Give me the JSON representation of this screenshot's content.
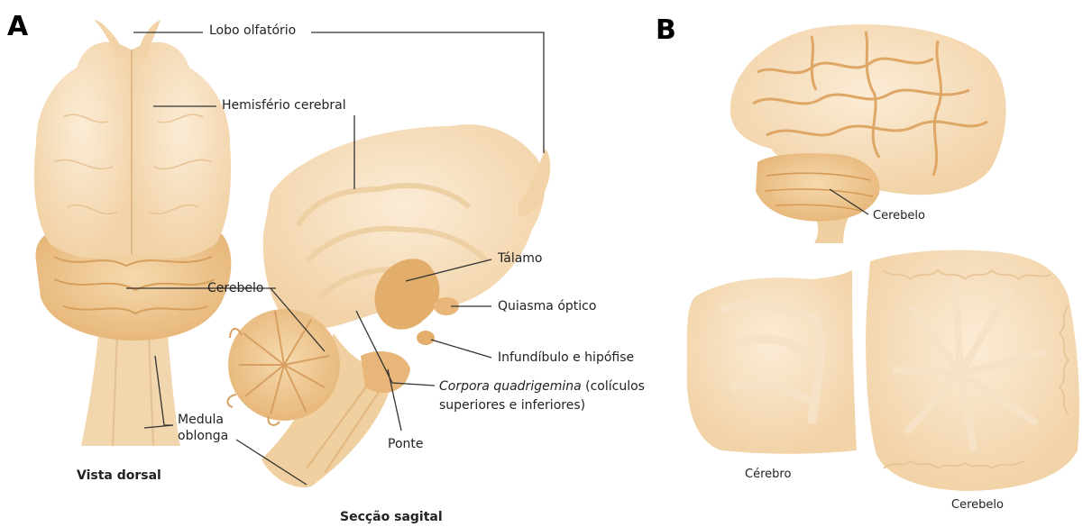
{
  "panels": {
    "a": "A",
    "b": "B"
  },
  "labels": {
    "lobo_olfatorio": "Lobo olfatório",
    "hemisferio_cerebral": "Hemisfério cerebral",
    "talamo": "Tálamo",
    "quiasma_optico": "Quiasma óptico",
    "infundibulo": "Infundíbulo e hipófise",
    "corpora_italic": "Corpora quadrigemina",
    "corpora_rest": " (colículos",
    "corpora_line2": "superiores e inferiores)",
    "ponte": "Ponte",
    "cerebelo_a": "Cerebelo",
    "medula_line1": "Medula",
    "medula_line2": "oblonga",
    "cerebelo_b_top": "Cerebelo",
    "cerebro_b": "Cérebro",
    "cerebelo_b_bottom": "Cerebelo"
  },
  "captions": {
    "vista_dorsal": "Vista dorsal",
    "seccao_sagital": "Secção sagital"
  },
  "colors": {
    "brain_light": "#f6dfbf",
    "brain_mid": "#f0cfa0",
    "brain_dark": "#e3ad6b",
    "cerebellum": "#ecc792",
    "line": "#333333"
  }
}
